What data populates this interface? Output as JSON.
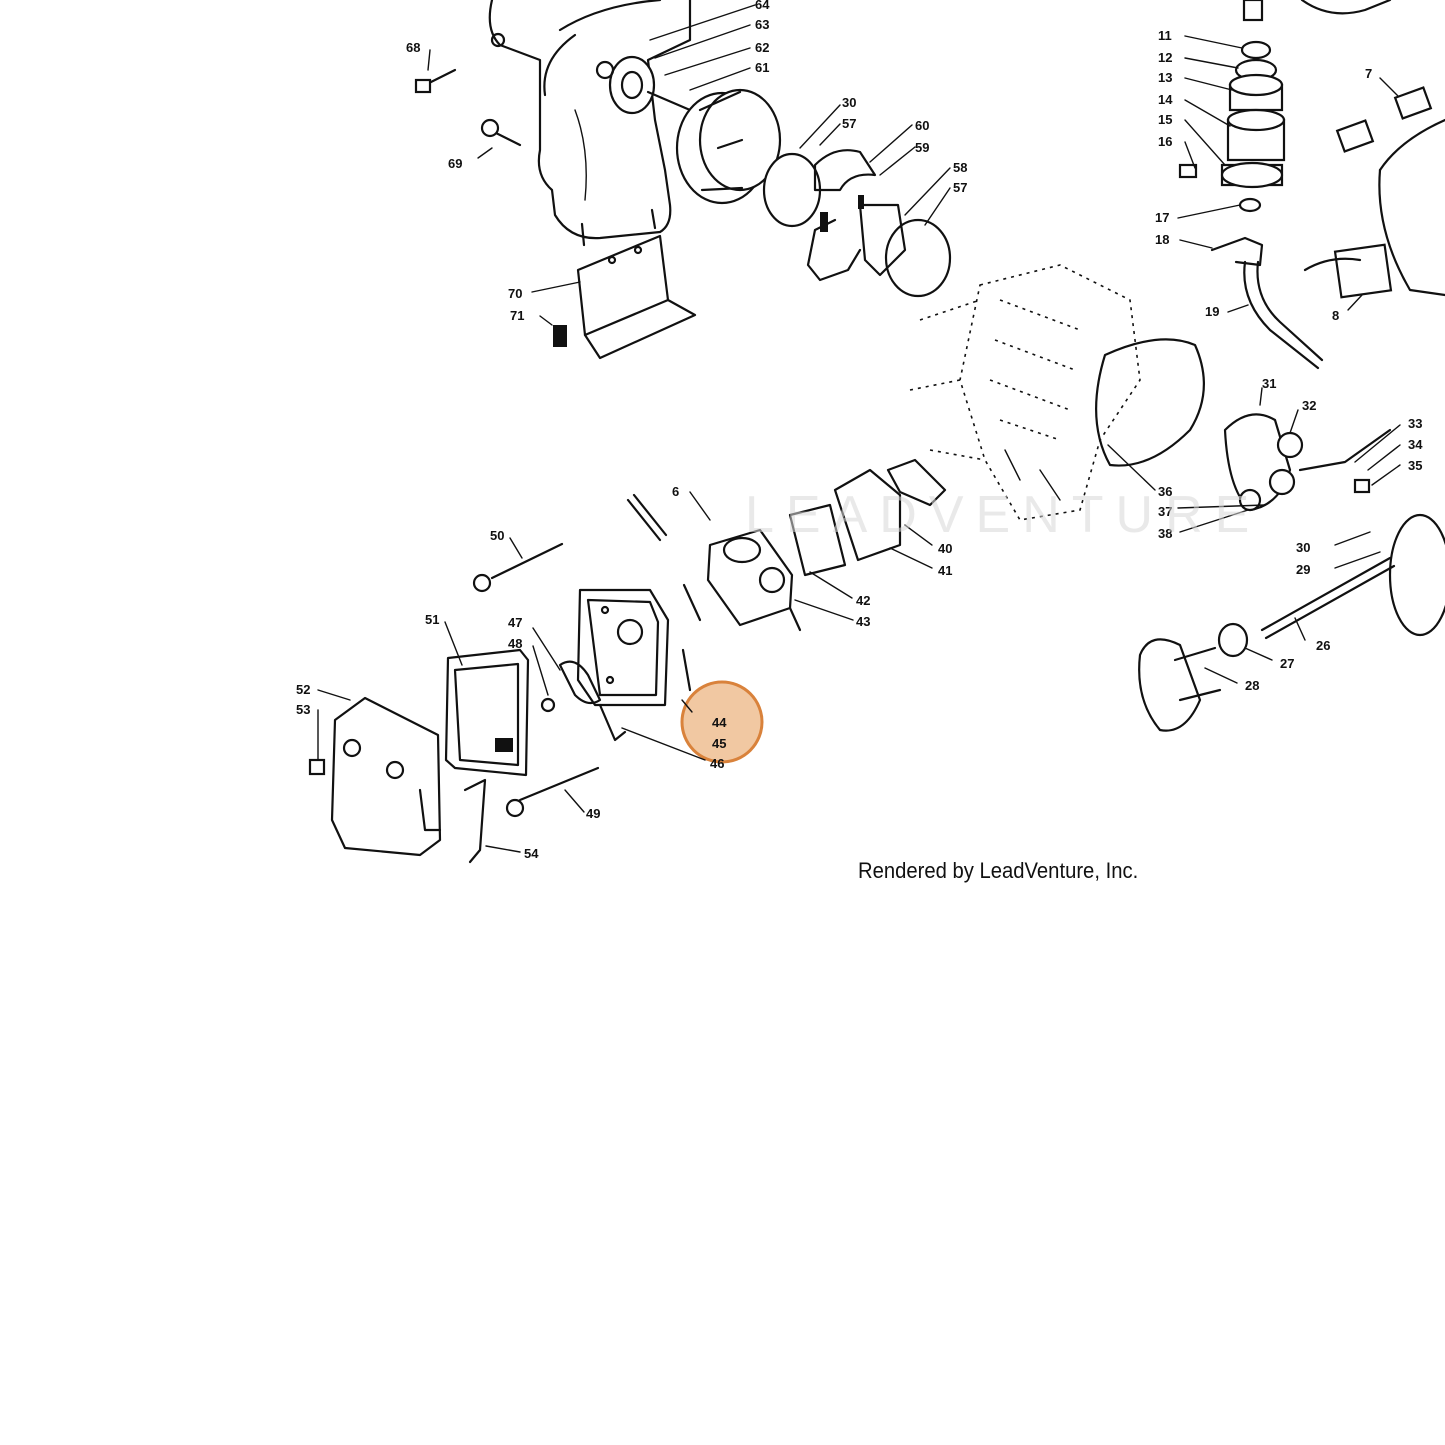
{
  "diagram": {
    "credit": "Rendered by LeadVenture, Inc.",
    "watermark": "LEADVENTURE",
    "highlight_color": "#d9823b",
    "highlighted_parts": [
      "44",
      "45"
    ],
    "callouts": [
      "64",
      "63",
      "62",
      "61",
      "68",
      "69",
      "70",
      "71",
      "30",
      "57",
      "60",
      "59",
      "58",
      "57",
      "11",
      "12",
      "13",
      "14",
      "15",
      "16",
      "17",
      "18",
      "19",
      "7",
      "8",
      "31",
      "32",
      "33",
      "34",
      "35",
      "36",
      "37",
      "38",
      "30",
      "29",
      "26",
      "27",
      "28",
      "6",
      "40",
      "41",
      "42",
      "43",
      "50",
      "51",
      "47",
      "48",
      "44",
      "45",
      "46",
      "52",
      "53",
      "49",
      "54"
    ]
  }
}
